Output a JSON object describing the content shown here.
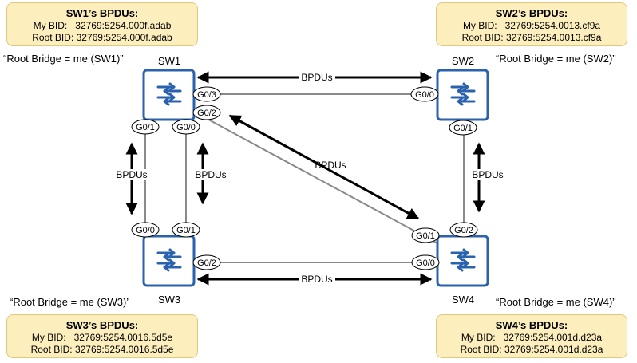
{
  "boxes": {
    "sw1": {
      "title": "SW1’s BPDUs:",
      "my_bid": "My BID:   32769:5254.000f.adab",
      "root_bid": "Root BID: 32769:5254.000f.adab"
    },
    "sw2": {
      "title": "SW2’s BPDUs:",
      "my_bid": "My BID:   32769:5254.0013.cf9a",
      "root_bid": "Root BID: 32769:5254.0013.cf9a"
    },
    "sw3": {
      "title": "SW3’s BPDUs:",
      "my_bid": "My BID:   32769:5254.0016.5d5e",
      "root_bid": "Root BID: 32769:5254.0016.5d5e"
    },
    "sw4": {
      "title": "SW4’s BPDUs:",
      "my_bid": "My BID:   32769:5254.001d.d23a",
      "root_bid": "Root BID: 32769:5254.001d.d23a"
    }
  },
  "claims": {
    "sw1": "“Root Bridge = me (SW1)”",
    "sw2": "“Root Bridge = me (SW2)”",
    "sw3": "“Root Bridge = me (SW3)’",
    "sw4": "“Root Bridge = me (SW4)”"
  },
  "switches": {
    "sw1": "SW1",
    "sw2": "SW2",
    "sw3": "SW3",
    "sw4": "SW4"
  },
  "ports": {
    "sw1_g03": "G0/3",
    "sw1_g02": "G0/2",
    "sw1_g01": "G0/1",
    "sw1_g00": "G0/0",
    "sw2_g00": "G0/0",
    "sw2_g01": "G0/1",
    "sw3_g00": "G0/0",
    "sw3_g01": "G0/1",
    "sw3_g02": "G0/2",
    "sw4_g01": "G0/1",
    "sw4_g02": "G0/2",
    "sw4_g00": "G0/0"
  },
  "arrow_labels": {
    "top": "BPDUs",
    "bottom": "BPDUs",
    "left": "BPDUs",
    "middle_left": "BPDUs",
    "right": "BPDUs",
    "diagonal": "BPDUs"
  },
  "colors": {
    "switch_border": "#2a62ad",
    "box_fill": "#fdeebd",
    "link": "#8a8a8a"
  }
}
